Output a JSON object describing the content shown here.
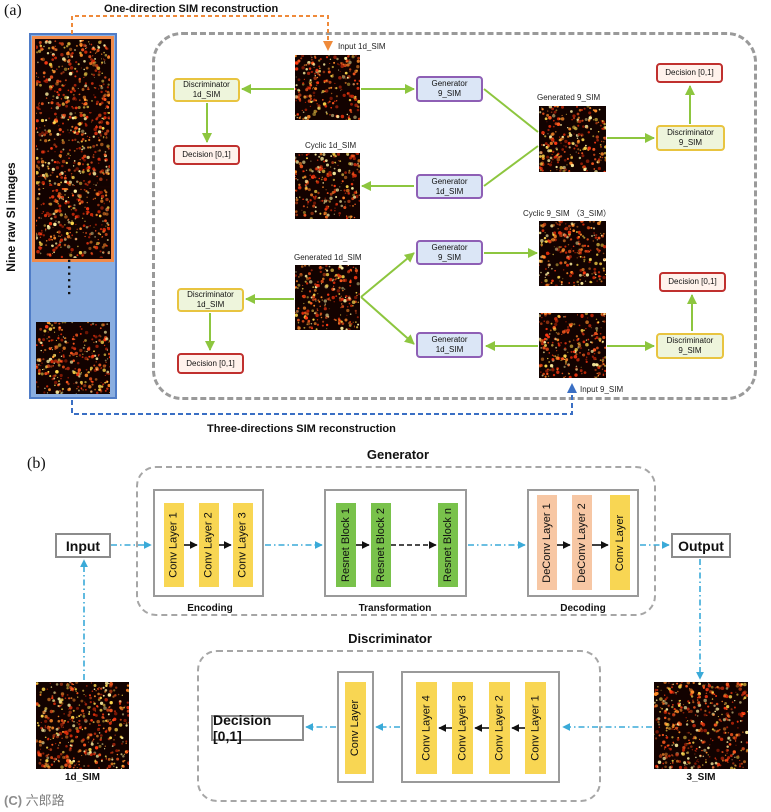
{
  "panel_a": {
    "letter": "(a)",
    "one_direction": "One-direction SIM reconstruction",
    "three_directions": "Three-directions SIM reconstruction",
    "side_label": "Nine raw SI images",
    "dots": "......",
    "input_1d": "Input 1d_SIM",
    "input_9": "Input 9_SIM",
    "generated_9": "Generated 9_SIM",
    "cyclic_1d": "Cyclic 1d_SIM",
    "generated_1d": "Generated 1d_SIM",
    "cyclic_9": "Cyclic 9_SIM （3_SIM）",
    "disc_1d_a": "Discriminator\n1d_SIM",
    "disc_9_a": "Discriminator\n9_SIM",
    "disc_1d_b": "Discriminator\n1d_SIM",
    "disc_9_b": "Discriminator\n9_SIM",
    "gen_9_a": "Generator\n9_SIM",
    "gen_1d_a": "Generator\n1d_SIM",
    "gen_9_b": "Generator\n9_SIM",
    "gen_1d_b": "Generator\n1d_SIM",
    "decision_1": "Decision [0,1]",
    "decision_2": "Decision [0,1]",
    "decision_3": "Decision [0,1]",
    "decision_4": "Decision [0,1]"
  },
  "panel_b": {
    "letter": "(b)",
    "generator_title": "Generator",
    "discriminator_title": "Discriminator",
    "input": "Input",
    "output": "Output",
    "encoding": "Encoding",
    "transformation": "Transformation",
    "decoding": "Decoding",
    "enc_layers": [
      "Conv Layer 1",
      "Conv Layer 2",
      "Conv Layer 3"
    ],
    "res_blocks": [
      "Resnet Block 1",
      "Resnet Block 2",
      "Resnet Block n"
    ],
    "dec_layers": [
      "DeConv Layer 1",
      "DeConv Layer 2",
      "Conv Layer"
    ],
    "disc_layers": [
      "Conv Layer 4",
      "Conv Layer 3",
      "Conv Layer 2",
      "Conv Layer 1"
    ],
    "disc_final": "Conv Layer",
    "decision": "Decision [0,1]",
    "img_left": "1d_SIM",
    "img_right": "3_SIM"
  },
  "watermark": "六郎路",
  "colors": {
    "orange": "#ef8a3a",
    "blue_dashed": "#3a6fc4",
    "green_arrow": "#8dc63f",
    "cyan_dashed": "#3aaad8"
  }
}
